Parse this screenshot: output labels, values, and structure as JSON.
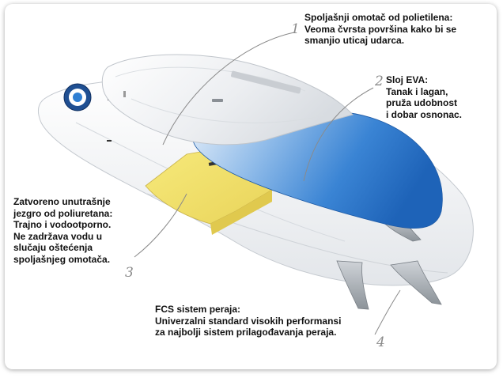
{
  "callouts": [
    {
      "number": "1",
      "lines": [
        "Spoljašnji omotač od polietilena:",
        "Veoma čvrsta površina kako bi se",
        "smanjio uticaj udarca."
      ]
    },
    {
      "number": "2",
      "lines": [
        "Sloj EVA:",
        "Tanak i lagan,",
        "pruža udobnost",
        "i dobar osnonac."
      ]
    },
    {
      "number": "3",
      "lines": [
        "Zatvoreno unutrašnje",
        "jezgro od poliuretana:",
        "Trajno i vodootporno.",
        "Ne zadržava vodu u",
        "slučaju oštećenja",
        "spoljašnjeg omotača."
      ]
    },
    {
      "number": "4",
      "lines": [
        "FCS sistem peraja:",
        "Univerzalni standard visokih performansi",
        "za najbolji sistem prilagođavanja peraja."
      ]
    }
  ],
  "colors": {
    "eva": "#2f7fd3",
    "core": "#f2e063",
    "shell": "#f3f4f6",
    "leader": "#8a8a8a"
  },
  "icons": [
    "logo-icon",
    "fin-icon"
  ]
}
